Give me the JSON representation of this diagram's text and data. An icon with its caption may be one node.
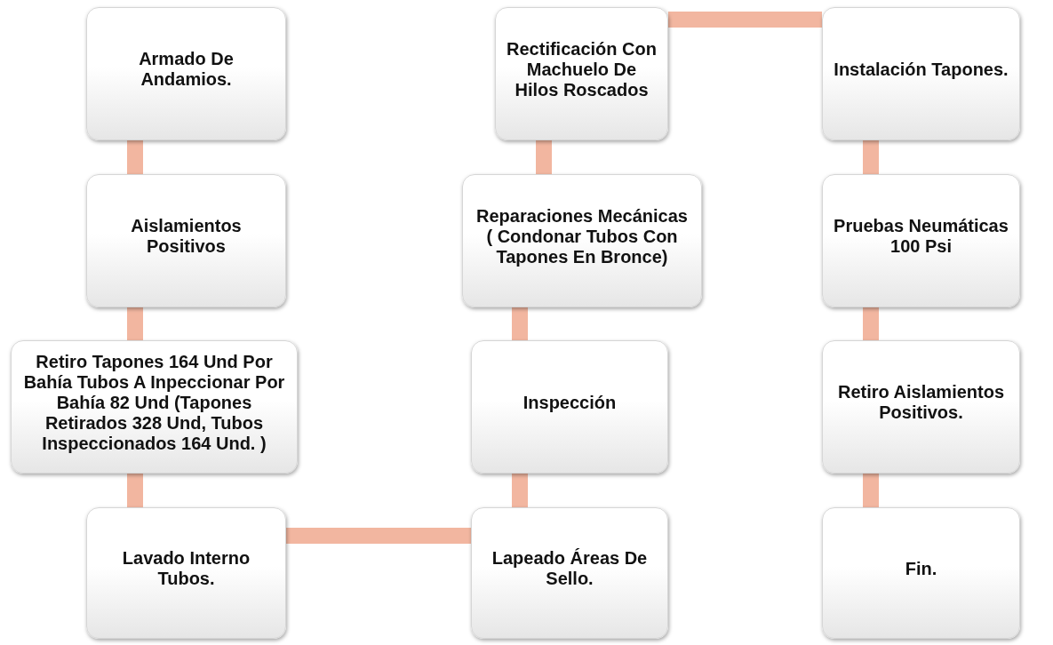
{
  "diagram": {
    "nodes": [
      {
        "text": [
          "Armado De Andamios."
        ]
      },
      {
        "text": [
          "Aislamientos Positivos"
        ]
      },
      {
        "text": [
          "Retiro Tapones  164 Und Por Bahía  Tubos A Inpeccionar Por Bahía 82 Und (Tapones Retirados 328 Und, Tubos Inspeccionados 164 Und. )"
        ]
      },
      {
        "text": [
          "Lavado Interno Tubos."
        ]
      },
      {
        "text": [
          "Lapeado Áreas De Sello."
        ]
      },
      {
        "text": [
          "Inspección"
        ]
      },
      {
        "text": [
          "Reparaciones Mecánicas ( Condonar Tubos Con Tapones En Bronce)"
        ]
      },
      {
        "text": [
          "Rectificación Con Machuelo De Hilos Roscados"
        ]
      },
      {
        "text": [
          "Instalación Tapones."
        ]
      },
      {
        "text": [
          "Pruebas Neumáticas 100 Psi"
        ]
      },
      {
        "text": [
          "Retiro Aislamientos Positivos."
        ]
      },
      {
        "text": [
          "Fin."
        ]
      }
    ],
    "edges": [
      {
        "from": 0,
        "to": 1,
        "arrow": "none"
      },
      {
        "from": 1,
        "to": 2,
        "arrow": "none"
      },
      {
        "from": 2,
        "to": 3,
        "arrow": "none"
      },
      {
        "from": 3,
        "to": 4,
        "arrow": "none"
      },
      {
        "from": 4,
        "to": 5,
        "arrow": "none"
      },
      {
        "from": 5,
        "to": 6,
        "arrow": "none"
      },
      {
        "from": 6,
        "to": 7,
        "arrow": "none"
      },
      {
        "from": 7,
        "to": 8,
        "arrow": "none"
      },
      {
        "from": 8,
        "to": 9,
        "arrow": "none"
      },
      {
        "from": 9,
        "to": 10,
        "arrow": "none"
      },
      {
        "from": 10,
        "to": 11,
        "arrow": "none"
      }
    ]
  }
}
